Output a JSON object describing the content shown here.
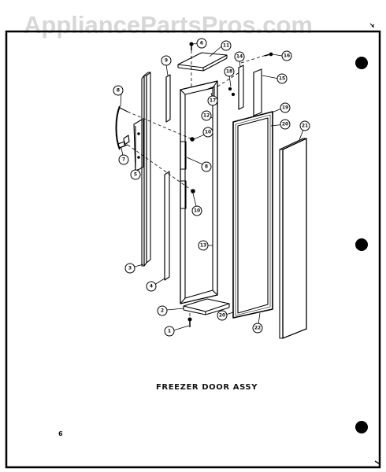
{
  "watermark": "AppliancePartsPros.com",
  "caption": "FREEZER DOOR ASSY",
  "page_number": "6",
  "callouts": [
    "1",
    "2",
    "3",
    "4",
    "5",
    "6",
    "7",
    "8",
    "9",
    "10",
    "10",
    "11",
    "12",
    "13",
    "14",
    "15",
    "16",
    "17",
    "18",
    "19",
    "20",
    "20",
    "21",
    "22"
  ]
}
